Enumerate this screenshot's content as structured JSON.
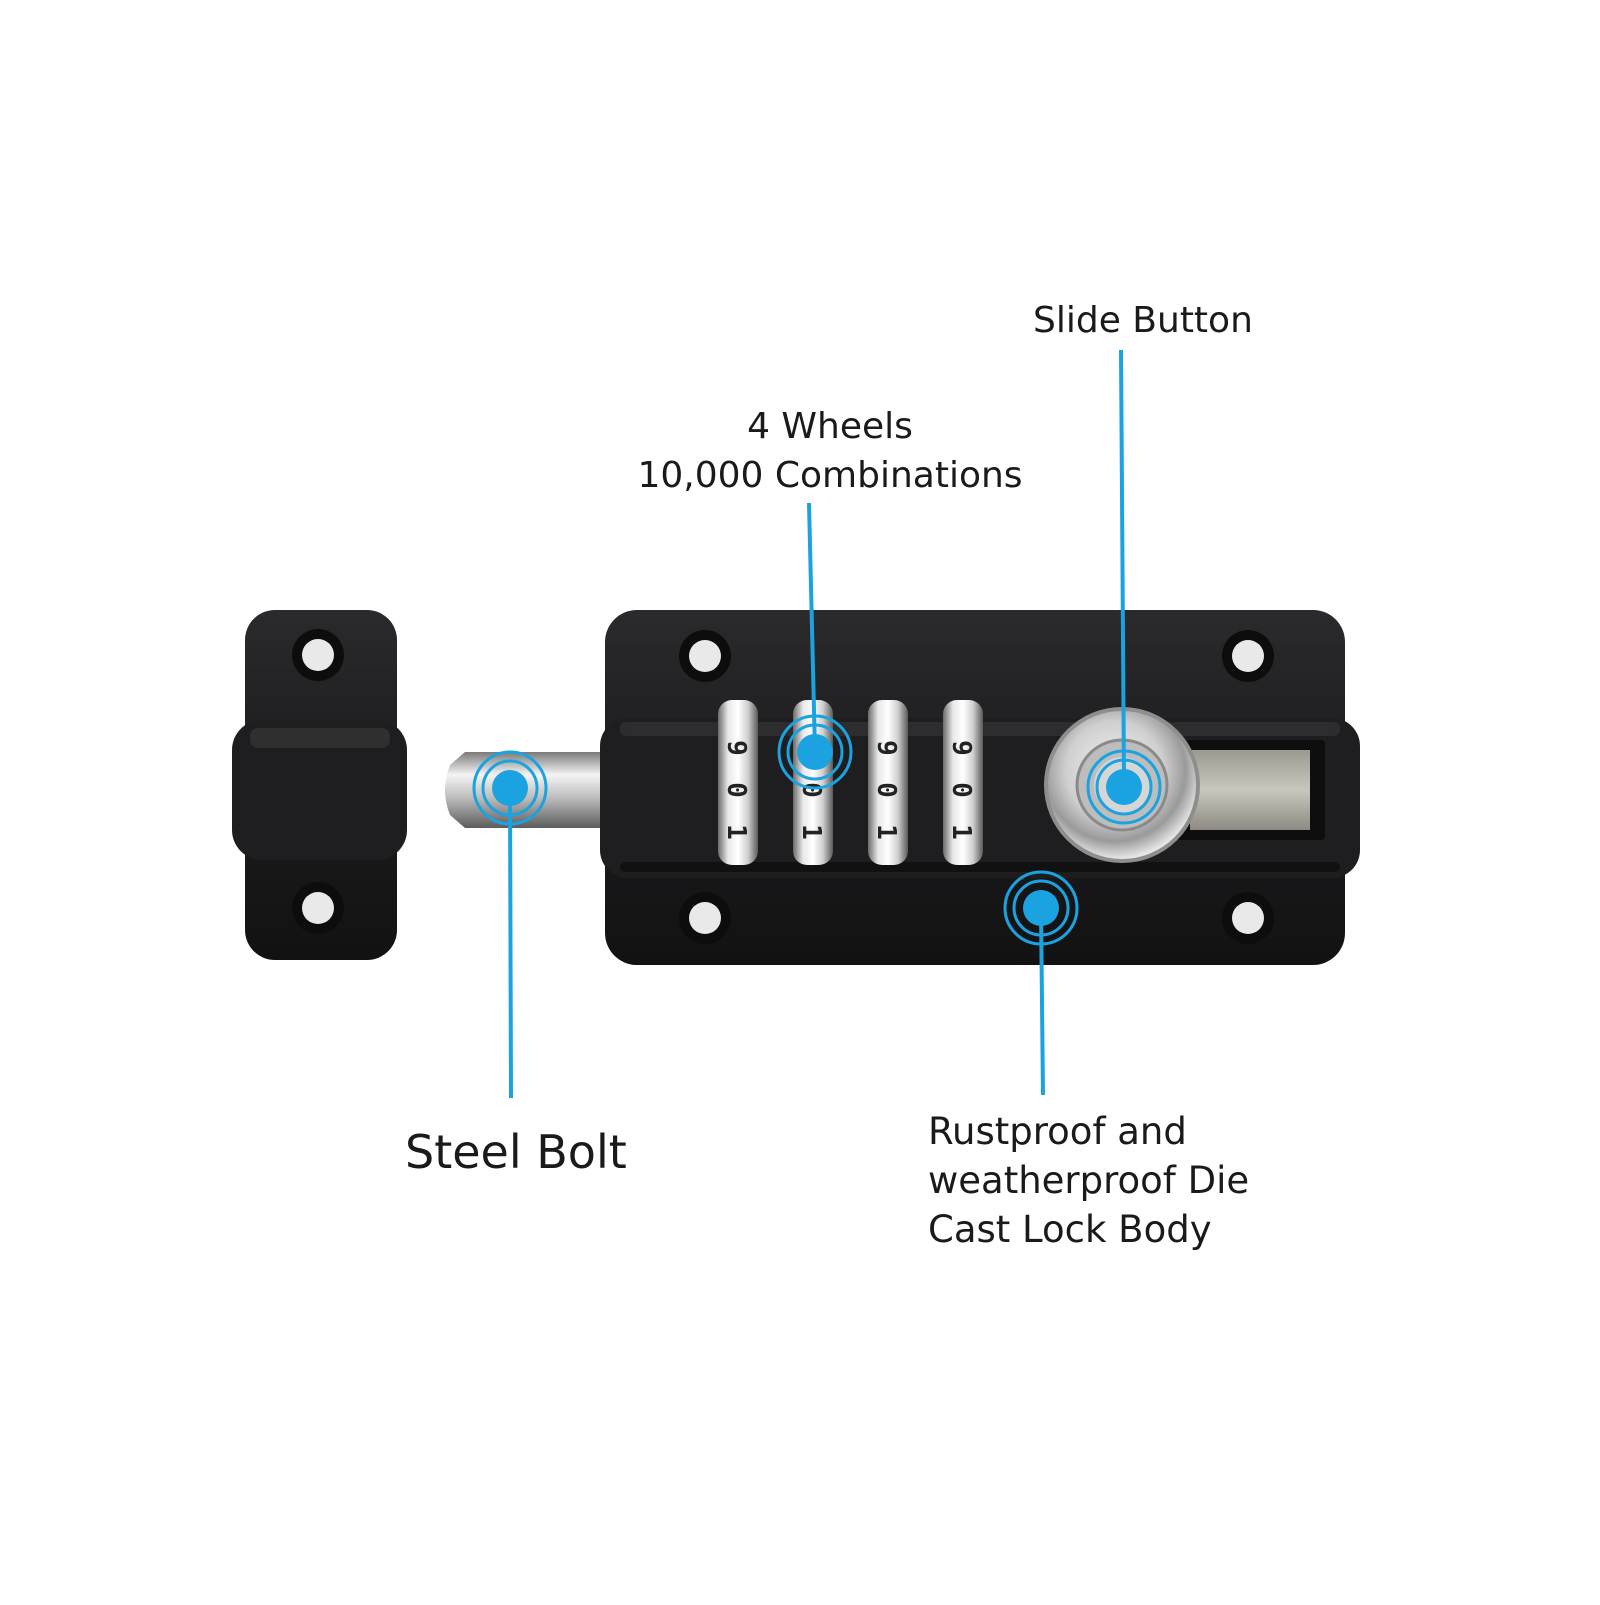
{
  "callouts": {
    "slide_button": "Slide Button",
    "wheels_line1": "4 Wheels",
    "wheels_line2": "10,000 Combinations",
    "steel_bolt": "Steel Bolt",
    "body_line1": "Rustproof and",
    "body_line2": "weatherproof Die",
    "body_line3": "Cast Lock Body"
  },
  "wheel_digits": [
    "9",
    "0",
    "1"
  ],
  "colors": {
    "accent": "#1aa3e0",
    "lock_body": "#1c1c1e",
    "chrome": "#d8d8d8",
    "text": "#1a1a1a"
  }
}
